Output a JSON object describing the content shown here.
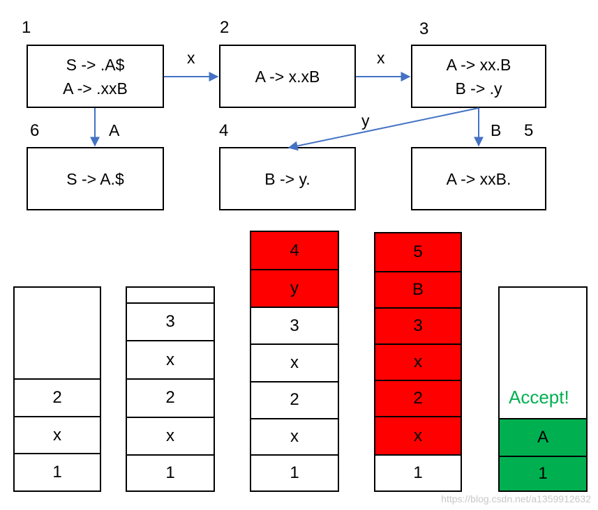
{
  "states": [
    {
      "id": "1",
      "lines": [
        "S -> .A$",
        "A -> .xxB"
      ]
    },
    {
      "id": "2",
      "lines": [
        "A -> x.xB"
      ]
    },
    {
      "id": "3",
      "lines": [
        "A -> xx.B",
        "B -> .y"
      ]
    },
    {
      "id": "6",
      "lines": [
        "S -> A.$"
      ]
    },
    {
      "id": "4",
      "lines": [
        "B -> y."
      ]
    },
    {
      "id": "5",
      "lines": [
        "A -> xxB."
      ]
    }
  ],
  "edges": [
    {
      "from": "1",
      "to": "2",
      "label": "x"
    },
    {
      "from": "2",
      "to": "3",
      "label": "x"
    },
    {
      "from": "1",
      "to": "6",
      "label": "A"
    },
    {
      "from": "3",
      "to": "4",
      "label": "y"
    },
    {
      "from": "3",
      "to": "5",
      "label": "B"
    }
  ],
  "stacks": [
    {
      "cells": [
        "",
        "2",
        "x",
        "1"
      ]
    },
    {
      "cells": [
        "",
        "3",
        "x",
        "2",
        "x",
        "1"
      ]
    },
    {
      "cells": [
        "4",
        "y",
        "3",
        "x",
        "2",
        "x",
        "1"
      ]
    },
    {
      "cells": [
        "5",
        "B",
        "3",
        "x",
        "2",
        "x",
        "1"
      ]
    },
    {
      "cells": [
        "",
        "A",
        "1"
      ]
    }
  ],
  "accept_text": "Accept!",
  "watermark": "https://blog.csdn.net/a1359912632",
  "colors": {
    "reduce": "#ff0000",
    "accept": "#00b050",
    "arrow": "#4472c4"
  }
}
